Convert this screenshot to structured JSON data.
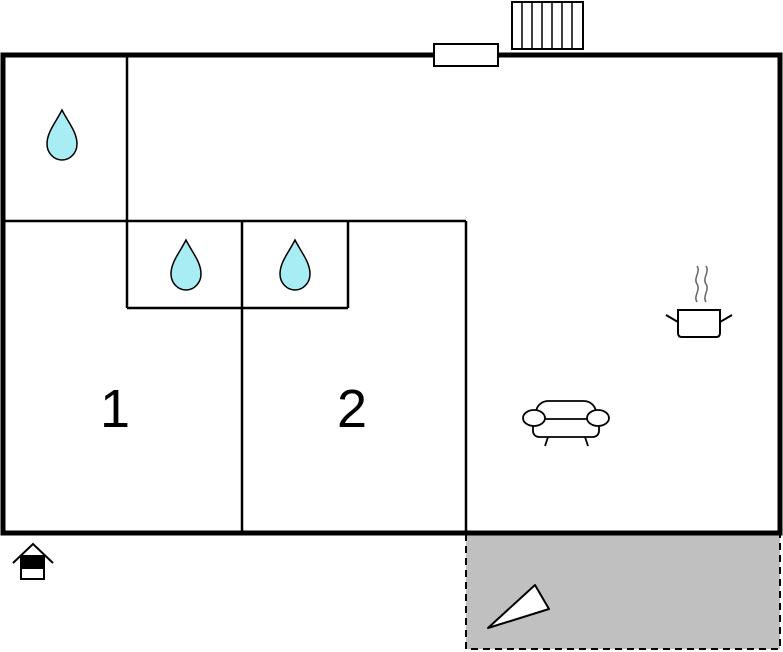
{
  "floorplan": {
    "rooms": [
      {
        "id": "bedroom-1",
        "number": "1"
      },
      {
        "id": "bedroom-2",
        "number": "2"
      }
    ],
    "icons": [
      {
        "name": "water-drop-icon",
        "room": "bathroom-top-left"
      },
      {
        "name": "water-drop-icon",
        "room": "bathroom-small-left"
      },
      {
        "name": "water-drop-icon",
        "room": "bathroom-small-right"
      },
      {
        "name": "cooking-pot-icon",
        "room": "living-kitchen"
      },
      {
        "name": "sofa-icon",
        "room": "living-kitchen"
      },
      {
        "name": "entrance-house-icon",
        "room": "outside"
      },
      {
        "name": "terrace-triangle-icon",
        "room": "terrace"
      },
      {
        "name": "stairs-icon",
        "room": "outside-top"
      },
      {
        "name": "window-icon",
        "room": "top-wall"
      }
    ],
    "colors": {
      "wall": "#000000",
      "water": "#a8ecf4",
      "terrace": "#c0c0c0",
      "background": "#ffffff"
    }
  }
}
